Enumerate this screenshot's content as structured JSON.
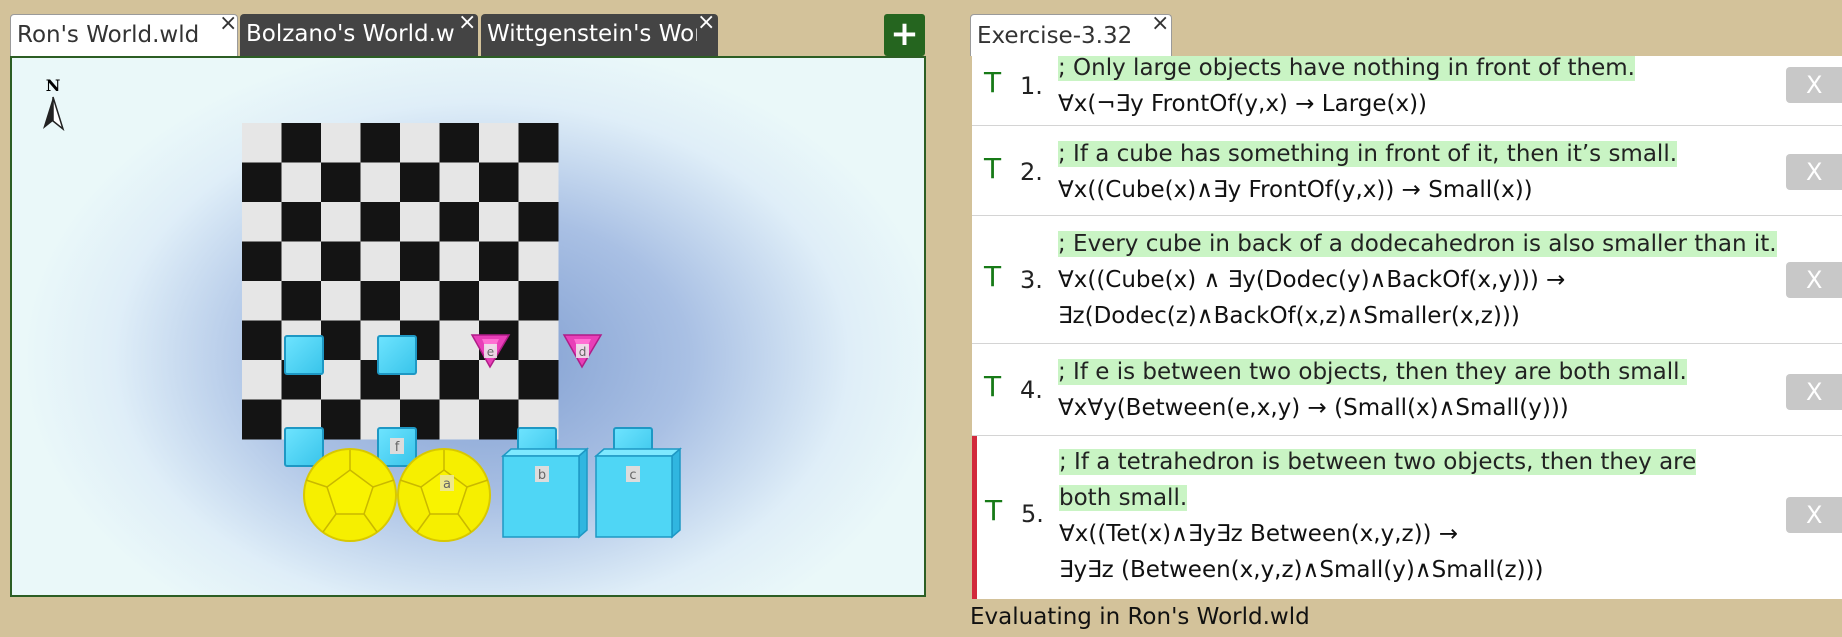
{
  "world_tabs": [
    {
      "label": "Ron's World.wld",
      "close": "×"
    },
    {
      "label": "Bolzano's World.wld",
      "close": "×"
    },
    {
      "label": "Wittgenstein's World.wld",
      "close": "×"
    }
  ],
  "add_label": "+",
  "compass_label": "N",
  "world": {
    "objects": [
      {
        "shape": "cube",
        "color": "#4fd6f5",
        "label": ""
      },
      {
        "shape": "cube",
        "color": "#4fd6f5",
        "label": ""
      },
      {
        "shape": "tet",
        "color": "#e83fb8",
        "label": "e"
      },
      {
        "shape": "tet",
        "color": "#e83fb8",
        "label": "d"
      },
      {
        "shape": "cube",
        "color": "#4fd6f5",
        "label": ""
      },
      {
        "shape": "cube",
        "color": "#4fd6f5",
        "label": "f"
      },
      {
        "shape": "cube",
        "color": "#4fd6f5",
        "label": ""
      },
      {
        "shape": "cube",
        "color": "#4fd6f5",
        "label": ""
      },
      {
        "shape": "dodec",
        "color": "#f6ef00",
        "label": ""
      },
      {
        "shape": "dodec",
        "color": "#f6ef00",
        "label": "a"
      },
      {
        "shape": "bigcube",
        "color": "#4fd6f5",
        "label": "b"
      },
      {
        "shape": "bigcube",
        "color": "#4fd6f5",
        "label": "c"
      }
    ]
  },
  "exercise_tab": {
    "label": "Exercise-3.32",
    "close": "×"
  },
  "sentences": [
    {
      "verdict": "T",
      "number": "1.",
      "comment": "; Only large objects have nothing in front of them.",
      "lines": [
        "∀x(¬∃y FrontOf(y,x) → Large(x))"
      ],
      "x": "X"
    },
    {
      "verdict": "T",
      "number": "2.",
      "comment": "; If a cube has something in front of it, then it’s small.",
      "lines": [
        "∀x((Cube(x)∧∃y FrontOf(y,x)) → Small(x))"
      ],
      "x": "X"
    },
    {
      "verdict": "T",
      "number": "3.",
      "comment": "; Every cube in back of a dodecahedron is also smaller than it.",
      "lines": [
        "∀x((Cube(x) ∧ ∃y(Dodec(y)∧BackOf(x,y))) →",
        "∃z(Dodec(z)∧BackOf(x,z)∧Smaller(x,z)))"
      ],
      "x": "X"
    },
    {
      "verdict": "T",
      "number": "4.",
      "comment": "; If e is between two objects, then they are both small.",
      "lines": [
        "∀x∀y(Between(e,x,y) → (Small(x)∧Small(y)))"
      ],
      "x": "X"
    },
    {
      "verdict": "T",
      "number": "5.",
      "comment": "; If a tetrahedron is between two objects, then they are both small.",
      "lines": [
        "∀x((Tet(x)∧∃y∃z Between(x,y,z)) →",
        "∃y∃z (Between(x,y,z)∧Small(y)∧Small(z)))"
      ],
      "x": "X"
    }
  ],
  "status": "Evaluating in Ron's World.wld"
}
